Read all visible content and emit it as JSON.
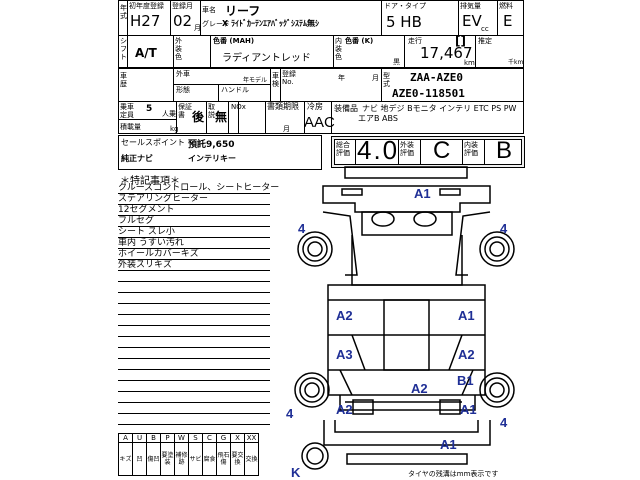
{
  "row1": {
    "year_label": "年式",
    "first_reg_label": "初年度登録",
    "first_reg": "H27",
    "reg_month_label": "登録月",
    "reg_month": "02",
    "month_unit": "月",
    "name_label": "車名",
    "name": "リーフ",
    "grade_label": "グレード",
    "grade": "X ﾗｲﾄﾞｶｰﾃﾝｴｱﾊﾞｯｸﾞｼｽﾃﾑ無ｼ",
    "door_label": "ドア・タイプ",
    "door": "5 HB",
    "disp_label": "排気量",
    "disp": "EV",
    "disp_unit": "cc",
    "fuel_label": "燃料",
    "fuel": "E"
  },
  "row2": {
    "shift_label": "シフト",
    "shift": "A/T",
    "ext_color_label": "外装色",
    "color_no_label": "色番 (MAH)",
    "color": "ラディアントレッド",
    "int_color_label": "内装色",
    "int_color_no_label": "色番 (K)",
    "int_color": "黒",
    "mileage_label": "走行",
    "mileage_mark": "[]",
    "mileage": "17,467",
    "mileage_unit": "km",
    "est_label": "推定",
    "est_unit": "千km"
  },
  "row3": {
    "history_label": "車歴",
    "import_label": "外車",
    "model_year_label": "年モデル",
    "shape_label": "形態",
    "handle_label": "ハンドル",
    "inspection_label": "車検",
    "reg_no_label": "登録No.",
    "year_unit": "年",
    "month_unit": "月",
    "type_label": "型式",
    "model_code": "ZAA-AZE0",
    "chassis": "AZE0-118501"
  },
  "row4": {
    "capacity_label": "乗車定員",
    "capacity": "5",
    "capacity_unit": "人乗",
    "load_label": "積載量",
    "load_unit": "kg",
    "warranty_label": "保証書",
    "warranty": "後",
    "manual_label": "取説",
    "manual": "無",
    "nox_label": "NOx",
    "docs_label": "書類期限",
    "docs_month": "月",
    "ac_label": "冷房",
    "ac": "AAC",
    "equip_label": "装備品",
    "equipment": "ナビ 地デジ Bモニタ インテリ ETC PS PW",
    "equipment2": "エアB ABS"
  },
  "sale": {
    "label": "セールスポイント",
    "deposit": "預託9,650",
    "item1": "純正ナビ",
    "item2": "インテリキー"
  },
  "scores": {
    "overall_label": "総合評価",
    "overall": "4.0",
    "exterior_label": "外装評価",
    "exterior": "C",
    "interior_label": "内装評価",
    "interior": "B"
  },
  "notes": {
    "title": "＊特記事項＊",
    "items": [
      "クルーズコントロール、シートヒーター",
      "ステアリングヒーター",
      "12セグメント",
      "フルセグ",
      "シート スレ小",
      "車内 うすい汚れ",
      "ホイールカバーキズ",
      "外装スリキズ"
    ]
  },
  "legend": {
    "codes": [
      "A",
      "U",
      "B",
      "P",
      "W",
      "S",
      "C",
      "G",
      "X",
      "XX"
    ],
    "meanings": [
      "キズ",
      "凹",
      "傷凹",
      "要塗装",
      "補修跡",
      "サビ",
      "腐食",
      "飛石傷",
      "要交換",
      "交換"
    ]
  },
  "diagram": {
    "marks": [
      "A1",
      "4",
      "4",
      "A2",
      "A1",
      "A3",
      "A2",
      "B1",
      "A2",
      "A2",
      "A1",
      "4",
      "4",
      "A1",
      "K"
    ],
    "footer": "タイヤの残溝はmm表示です"
  }
}
